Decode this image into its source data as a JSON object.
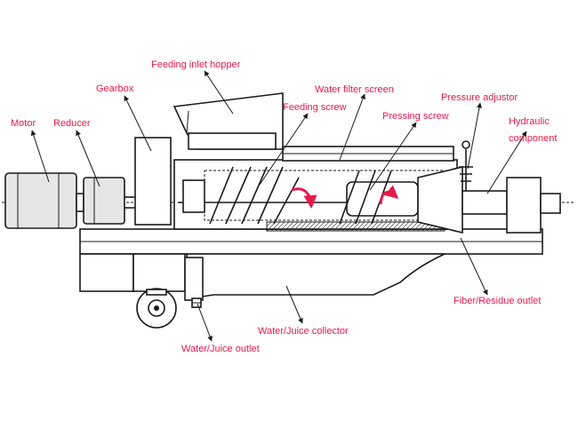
{
  "colors": {
    "label": "#e6194b",
    "ink": "#1a1a1a",
    "accent_arrow": "#e6194b"
  },
  "labels": {
    "motor": "Motor",
    "reducer": "Reducer",
    "gearbox": "Gearbox",
    "feeding_inlet_hopper": "Feeding inlet hopper",
    "water_filter_screen": "Water filter screen",
    "feeding_screw": "Feeding screw",
    "pressing_screw": "Pressing screw",
    "pressure_adjustor": "Pressure adjustor",
    "hydraulic_line1": "Hydraulic",
    "hydraulic_line2": "component",
    "fiber_residue_outlet": "Fiber/Residue outlet",
    "water_juice_collector": "Water/Juice collector",
    "water_juice_outlet": "Water/Juice outlet"
  }
}
